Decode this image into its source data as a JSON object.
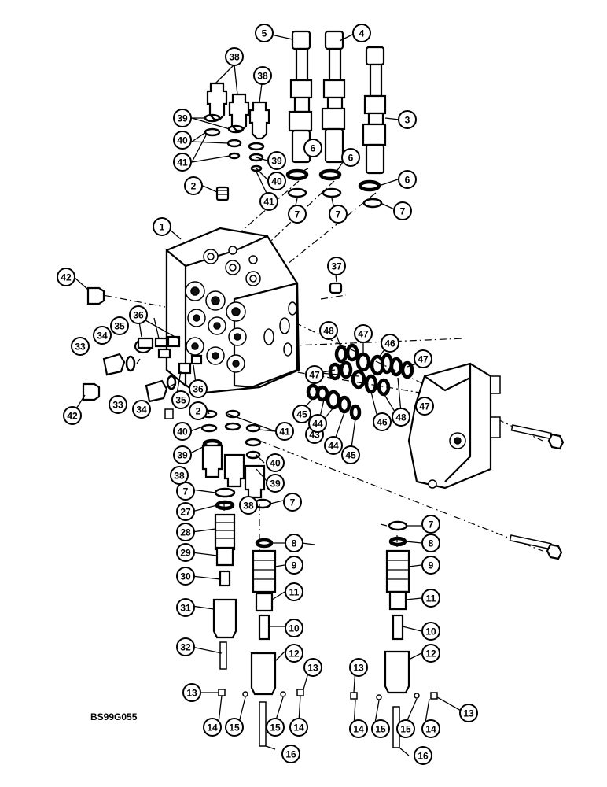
{
  "figure_ref": "BS99G055",
  "callouts": [
    {
      "id": "c1",
      "label": "1"
    },
    {
      "id": "c2a",
      "label": "2"
    },
    {
      "id": "c2b",
      "label": "2"
    },
    {
      "id": "c3",
      "label": "3"
    },
    {
      "id": "c4",
      "label": "4"
    },
    {
      "id": "c5",
      "label": "5"
    },
    {
      "id": "c6a",
      "label": "6"
    },
    {
      "id": "c6b",
      "label": "6"
    },
    {
      "id": "c6c",
      "label": "6"
    },
    {
      "id": "c7a",
      "label": "7"
    },
    {
      "id": "c7b",
      "label": "7"
    },
    {
      "id": "c7c",
      "label": "7"
    },
    {
      "id": "c7d",
      "label": "7"
    },
    {
      "id": "c7e",
      "label": "7"
    },
    {
      "id": "c7f",
      "label": "7"
    },
    {
      "id": "c8a",
      "label": "8"
    },
    {
      "id": "c8b",
      "label": "8"
    },
    {
      "id": "c9a",
      "label": "9"
    },
    {
      "id": "c9b",
      "label": "9"
    },
    {
      "id": "c10a",
      "label": "10"
    },
    {
      "id": "c10b",
      "label": "10"
    },
    {
      "id": "c11a",
      "label": "11"
    },
    {
      "id": "c11b",
      "label": "11"
    },
    {
      "id": "c12a",
      "label": "12"
    },
    {
      "id": "c12b",
      "label": "12"
    },
    {
      "id": "c13a",
      "label": "13"
    },
    {
      "id": "c13b",
      "label": "13"
    },
    {
      "id": "c13c",
      "label": "13"
    },
    {
      "id": "c13d",
      "label": "13"
    },
    {
      "id": "c14a",
      "label": "14"
    },
    {
      "id": "c14b",
      "label": "14"
    },
    {
      "id": "c14c",
      "label": "14"
    },
    {
      "id": "c14d",
      "label": "14"
    },
    {
      "id": "c15a",
      "label": "15"
    },
    {
      "id": "c15b",
      "label": "15"
    },
    {
      "id": "c15c",
      "label": "15"
    },
    {
      "id": "c15d",
      "label": "15"
    },
    {
      "id": "c16a",
      "label": "16"
    },
    {
      "id": "c16b",
      "label": "16"
    },
    {
      "id": "c27",
      "label": "27"
    },
    {
      "id": "c28",
      "label": "28"
    },
    {
      "id": "c29",
      "label": "29"
    },
    {
      "id": "c30",
      "label": "30"
    },
    {
      "id": "c31",
      "label": "31"
    },
    {
      "id": "c32",
      "label": "32"
    },
    {
      "id": "c33a",
      "label": "33"
    },
    {
      "id": "c33b",
      "label": "33"
    },
    {
      "id": "c34a",
      "label": "34"
    },
    {
      "id": "c34b",
      "label": "34"
    },
    {
      "id": "c35a",
      "label": "35"
    },
    {
      "id": "c35b",
      "label": "35"
    },
    {
      "id": "c36a",
      "label": "36"
    },
    {
      "id": "c36b",
      "label": "36"
    },
    {
      "id": "c37",
      "label": "37"
    },
    {
      "id": "c38a",
      "label": "38"
    },
    {
      "id": "c38b",
      "label": "38"
    },
    {
      "id": "c38c",
      "label": "38"
    },
    {
      "id": "c38d",
      "label": "38"
    },
    {
      "id": "c39a",
      "label": "39"
    },
    {
      "id": "c39b",
      "label": "39"
    },
    {
      "id": "c39c",
      "label": "39"
    },
    {
      "id": "c39d",
      "label": "39"
    },
    {
      "id": "c40a",
      "label": "40"
    },
    {
      "id": "c40b",
      "label": "40"
    },
    {
      "id": "c40c",
      "label": "40"
    },
    {
      "id": "c40d",
      "label": "40"
    },
    {
      "id": "c41a",
      "label": "41"
    },
    {
      "id": "c41b",
      "label": "41"
    },
    {
      "id": "c41c",
      "label": "41"
    },
    {
      "id": "c42a",
      "label": "42"
    },
    {
      "id": "c42b",
      "label": "42"
    },
    {
      "id": "c43",
      "label": "43"
    },
    {
      "id": "c44a",
      "label": "44"
    },
    {
      "id": "c44b",
      "label": "44"
    },
    {
      "id": "c45a",
      "label": "45"
    },
    {
      "id": "c45b",
      "label": "45"
    },
    {
      "id": "c46a",
      "label": "46"
    },
    {
      "id": "c46b",
      "label": "46"
    },
    {
      "id": "c47a",
      "label": "47"
    },
    {
      "id": "c47b",
      "label": "47"
    },
    {
      "id": "c47c",
      "label": "47"
    },
    {
      "id": "c47d",
      "label": "47"
    },
    {
      "id": "c48a",
      "label": "48"
    },
    {
      "id": "c48b",
      "label": "48"
    }
  ]
}
